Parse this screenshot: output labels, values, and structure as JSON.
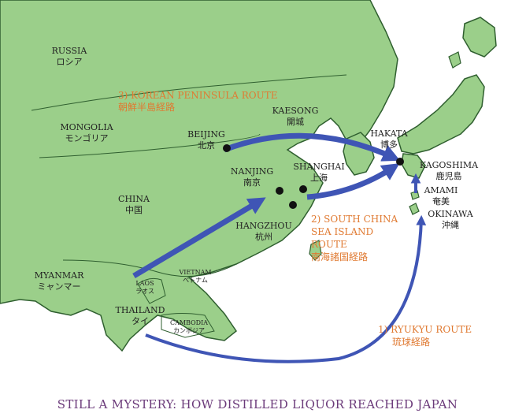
{
  "colors": {
    "land": "#9bcf8a",
    "coast": "#2f5f2f",
    "arrow": "#3f55b5",
    "route_text": "#e07a32",
    "caption_text": "#6b3a7a",
    "city_dot": "#111111"
  },
  "countries": {
    "russia": {
      "en": "RUSSIA",
      "ja": "ロシア"
    },
    "mongolia": {
      "en": "MONGOLIA",
      "ja": "モンゴリア"
    },
    "china": {
      "en": "CHINA",
      "ja": "中国"
    },
    "myanmar": {
      "en": "MYANMAR",
      "ja": "ミャンマー"
    },
    "laos": {
      "en": "LAOS",
      "ja": "ラオス"
    },
    "vietnam": {
      "en": "VIETNAM",
      "ja": "ベトナム"
    },
    "thailand": {
      "en": "THAILAND",
      "ja": "タイ"
    },
    "cambodia": {
      "en": "CAMBODIA",
      "ja": "カンボジア"
    }
  },
  "cities": {
    "beijing": {
      "en": "BEIJING",
      "ja": "北京"
    },
    "kaesong": {
      "en": "KAESONG",
      "ja": "開城"
    },
    "nanjing": {
      "en": "NANJING",
      "ja": "南京"
    },
    "shanghai": {
      "en": "SHANGHAI",
      "ja": "上海"
    },
    "hangzhou": {
      "en": "HANGZHOU",
      "ja": "杭州"
    },
    "hakata": {
      "en": "HAKATA",
      "ja": "博多"
    },
    "kagoshima": {
      "en": "KAGOSHIMA",
      "ja": "鹿児島"
    },
    "amami": {
      "en": "AMAMI",
      "ja": "奄美"
    },
    "okinawa": {
      "en": "OKINAWA",
      "ja": "沖縄"
    }
  },
  "routes": {
    "korean": {
      "en": "3) KOREAN PENINSULA ROUTE",
      "ja": "朝鮮半島経路"
    },
    "south_china": {
      "line1": "2) SOUTH CHINA",
      "line2": "SEA ISLAND",
      "line3": "ROUTE",
      "ja": "南海諸国経路"
    },
    "ryukyu": {
      "en": "1) RYUKYU ROUTE",
      "ja": "琉球経路"
    }
  },
  "caption": "STILL A MYSTERY: HOW DISTILLED LIQUOR REACHED JAPAN"
}
